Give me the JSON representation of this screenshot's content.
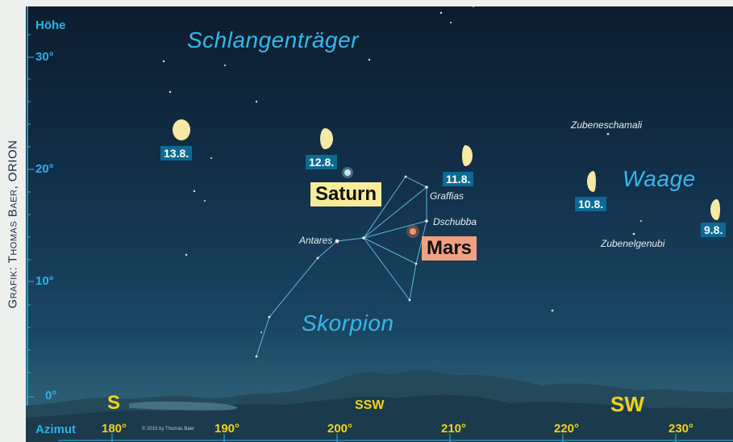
{
  "side_credit": "Grafik: Thomas Baer, ORION",
  "axis": {
    "height_title": "Höhe",
    "height_ticks": [
      "30°",
      "20°",
      "10°",
      "0°"
    ],
    "azimuth_title": "Azimut",
    "azimuth_ticks": [
      "180°",
      "190°",
      "200°",
      "210°",
      "220°",
      "230°"
    ]
  },
  "directions": {
    "south": "S",
    "ssw": "SSW",
    "sw": "SW"
  },
  "constellations": {
    "ophiuchus": "Schlangenträger",
    "scorpius": "Skorpion",
    "libra": "Waage"
  },
  "stars": {
    "antares": "Antares",
    "graffias": "Graffias",
    "dschubba": "Dschubba",
    "zubeneschamali": "Zubeneschamali",
    "zubenelgenubi": "Zubenelgenubi"
  },
  "moon_dates": [
    "13.8.",
    "12.8.",
    "11.8.",
    "10.8.",
    "9.8."
  ],
  "planets": {
    "saturn": {
      "label": "Saturn",
      "color": "#f6ec9a"
    },
    "mars": {
      "label": "Mars",
      "color": "#f0a184"
    }
  },
  "image_credit": "© 2015 by Thomas Baer",
  "colors": {
    "accent_blue": "#2bb3e6",
    "moon": "#f6e9a3",
    "direction_yellow": "#f2d21a"
  }
}
